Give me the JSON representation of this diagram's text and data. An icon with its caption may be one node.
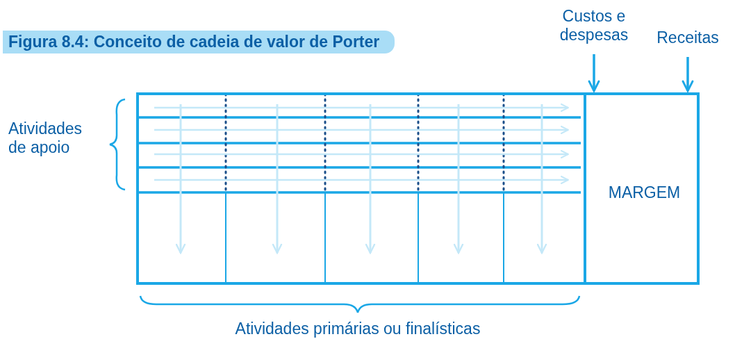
{
  "diagram": {
    "title": "Figura 8.4: Conceito de cadeia de valor de Porter",
    "nodes": [
      {
        "text": [
          "Custos e despesas"
        ]
      },
      {
        "text": [
          "Receitas"
        ]
      },
      {
        "text": [],
        "shape": "box"
      },
      {
        "text": [
          "MARGEM"
        ],
        "in": 2
      }
    ],
    "edges": [
      {
        "from": 0,
        "to": 2,
        "arrow": "to"
      },
      {
        "from": 1,
        "to": 2,
        "arrow": "to"
      }
    ],
    "labels": [
      "Atividades de apoio",
      "Atividades primárias ou finalísticas"
    ]
  }
}
